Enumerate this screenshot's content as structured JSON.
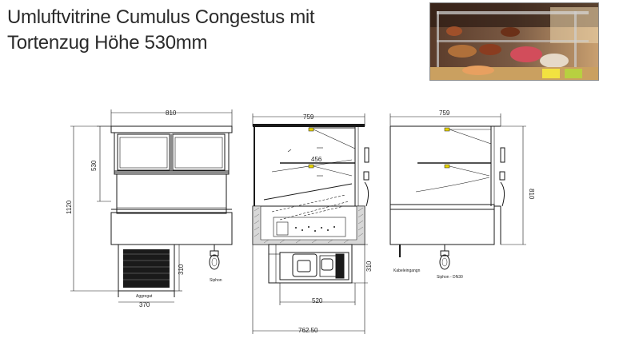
{
  "header": {
    "title_line1": "Umluftvitrine Cumulus Congestus mit",
    "title_line2": "Tortenzug Höhe 530mm"
  },
  "front_view": {
    "width": "810",
    "height_upper": "530",
    "height_total": "1120",
    "unit_width": "370",
    "unit_height": "310",
    "unit_label": "Aggregat",
    "siphon_label": "Siphon"
  },
  "side_view": {
    "width": "759",
    "shelf_depth": "456",
    "unit_width": "520",
    "total_depth": "762.50",
    "unit_height": "310"
  },
  "back_view": {
    "width": "759",
    "height": "810",
    "cable_label": "Kabeleingangn",
    "siphon_label": "Siphon - DN30"
  },
  "colors": {
    "line": "#1a1a1a",
    "dimension": "#333333",
    "yellow_clip": "#e8d400",
    "photo_bg": "#3a2a20"
  }
}
